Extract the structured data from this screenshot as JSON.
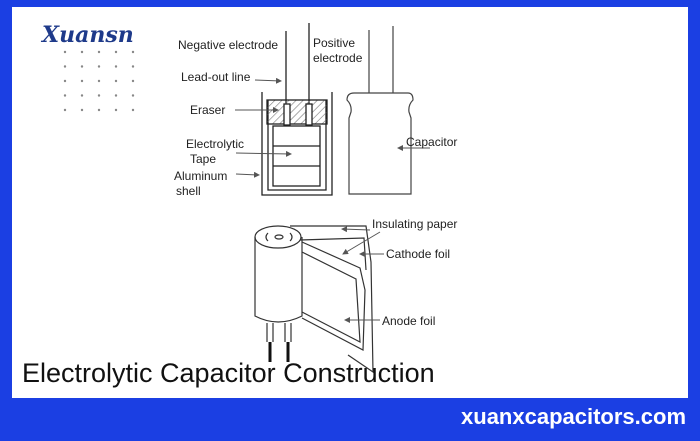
{
  "brand": "Xuansn",
  "title": "Electrolytic Capacitor Construction",
  "footer": "xuanxcapacitors.com",
  "labels": {
    "negative": "Negative electrode",
    "positive1": "Positive",
    "positive2": "electrode",
    "leadout": "Lead-out line",
    "eraser": "Eraser",
    "tape1": "Electrolytic",
    "tape2": "Tape",
    "shell1": "Aluminum",
    "shell2": "shell",
    "capacitor": "Capacitor",
    "insulating": "Insulating paper",
    "cathode": "Cathode foil",
    "anode": "Anode foil"
  },
  "colors": {
    "border": "#1b3fe3",
    "brand": "#1e3a8a"
  }
}
